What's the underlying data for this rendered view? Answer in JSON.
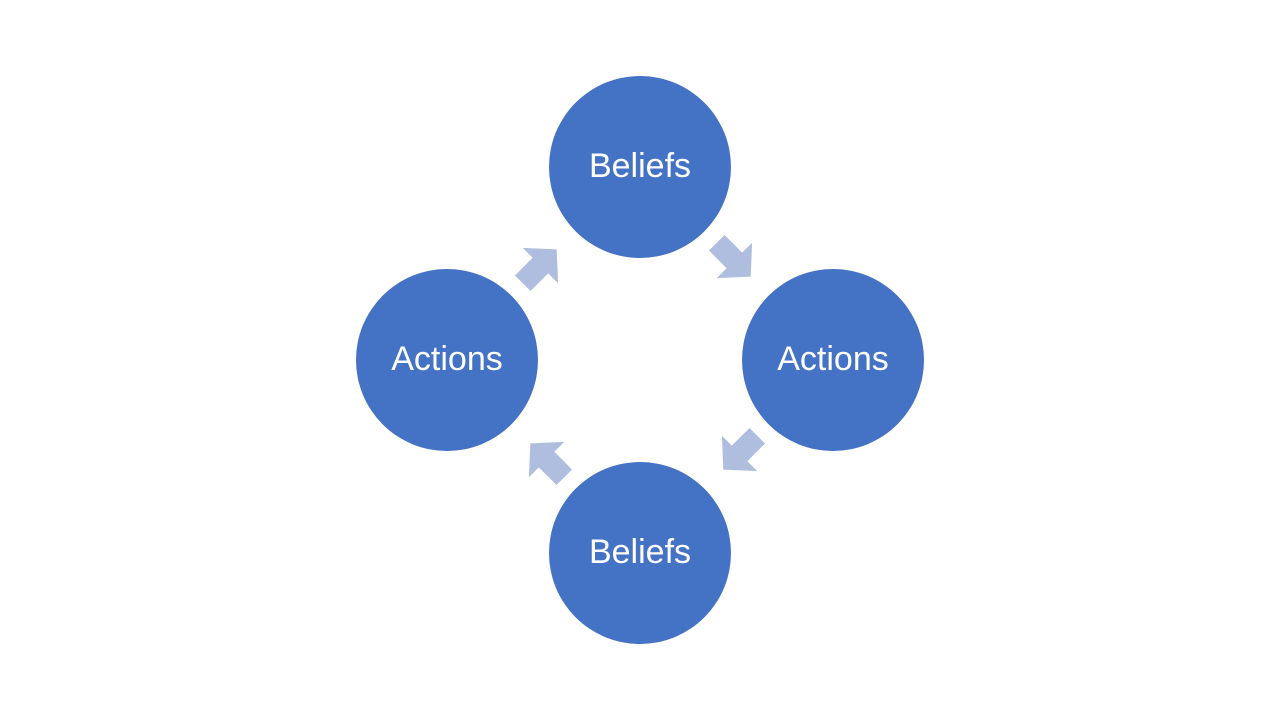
{
  "diagram": {
    "type": "cycle",
    "node_color": "#4472C4",
    "arrow_color": "#AFBEDF",
    "background": "#FFFFFF",
    "nodes": [
      {
        "id": "top",
        "label": "Beliefs"
      },
      {
        "id": "right",
        "label": "Actions"
      },
      {
        "id": "bottom",
        "label": "Beliefs"
      },
      {
        "id": "left",
        "label": "Actions"
      }
    ],
    "edges": [
      {
        "from": "top",
        "to": "right"
      },
      {
        "from": "right",
        "to": "bottom"
      },
      {
        "from": "bottom",
        "to": "left"
      },
      {
        "from": "left",
        "to": "top"
      }
    ]
  }
}
